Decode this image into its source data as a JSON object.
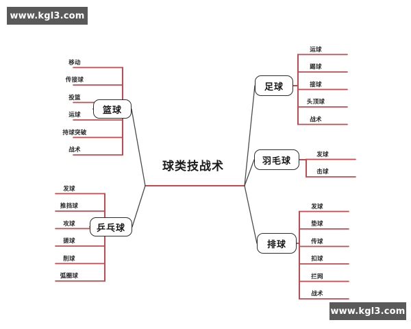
{
  "watermark": {
    "top_text": "www.kgl3.com",
    "bottom_text": "www.kgl3.com"
  },
  "colors": {
    "branch_line": "#c4494f",
    "node_border": "#2b2b2b",
    "text": "#161616",
    "background": "#ffffff",
    "watermark_bg": "#595959"
  },
  "mindmap": {
    "center": {
      "label": "球类技战术"
    },
    "branches": [
      {
        "id": "basketball",
        "label": "篮球",
        "side": "left",
        "items": [
          {
            "label": "移动"
          },
          {
            "label": "传接球"
          },
          {
            "label": "投篮"
          },
          {
            "label": "运球"
          },
          {
            "label": "持球突破"
          },
          {
            "label": "战术"
          }
        ]
      },
      {
        "id": "tabletennis",
        "label": "乒乓球",
        "side": "left",
        "items": [
          {
            "label": "发球"
          },
          {
            "label": "推挡球"
          },
          {
            "label": "攻球"
          },
          {
            "label": "搓球"
          },
          {
            "label": "削球"
          },
          {
            "label": "弧圈球"
          }
        ]
      },
      {
        "id": "soccer",
        "label": "足球",
        "side": "right",
        "items": [
          {
            "label": "运球"
          },
          {
            "label": "踢球"
          },
          {
            "label": "接球"
          },
          {
            "label": "头顶球"
          },
          {
            "label": "战术"
          }
        ]
      },
      {
        "id": "badminton",
        "label": "羽毛球",
        "side": "right",
        "items": [
          {
            "label": "发球"
          },
          {
            "label": "击球"
          }
        ]
      },
      {
        "id": "volleyball",
        "label": "排球",
        "side": "right",
        "items": [
          {
            "label": "发球"
          },
          {
            "label": "垫球"
          },
          {
            "label": "传球"
          },
          {
            "label": "扣球"
          },
          {
            "label": "拦网"
          },
          {
            "label": "战术"
          }
        ]
      }
    ]
  }
}
